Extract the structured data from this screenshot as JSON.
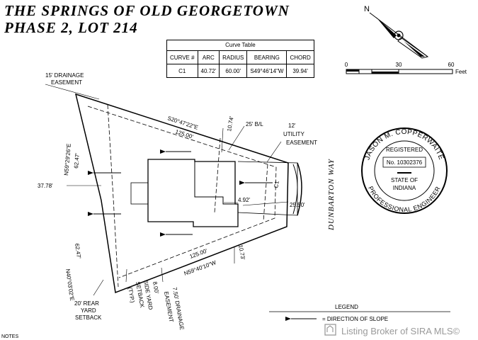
{
  "title": {
    "line1": "THE SPRINGS OF OLD GEORGETOWN",
    "line2": "PHASE 2, LOT 214"
  },
  "curve_table": {
    "caption": "Curve Table",
    "headers": [
      "CURVE #",
      "ARC",
      "RADIUS",
      "BEARING",
      "CHORD"
    ],
    "rows": [
      [
        "C1",
        "40.72'",
        "60.00'",
        "S49°46'14\"W",
        "39.94'"
      ]
    ]
  },
  "scale_bar": {
    "ticks": [
      "0",
      "30",
      "60"
    ],
    "unit": "Feet"
  },
  "north_arrow": {
    "label": "N"
  },
  "seal": {
    "name": "JASON M. COPPERWAITE",
    "registered": "REGISTERED",
    "number": "No. 10302376",
    "state_line1": "STATE OF",
    "state_line2": "INDIANA",
    "profession": "PROFESSIONAL ENGINEER"
  },
  "plat_labels": {
    "drainage_15a": "15' DRAINAGE",
    "drainage_15b": "EASEMENT",
    "bearing_top": "S20°47'22\"E",
    "dist_top": "125.00'",
    "setback_top": "10.74'",
    "bl_25": "25' B/L",
    "utility_a": "12'",
    "utility_b": "UTILITY",
    "utility_c": "EASEMENT",
    "bearing_left_top": "N59°29'26\"E",
    "dist_left_top": "62.47'",
    "dim_3778": "37.78'",
    "dim_492": "4.92'",
    "curve_c1": "C1",
    "dim_2550": "25.50'",
    "street": "DUNBARTON WAY",
    "bearing_left_bottom": "N40°03'02\"E",
    "dist_left_bottom": "62.47'",
    "dist_bottom": "125.00'",
    "bearing_bottom": "N59°40'10\"W",
    "setback_bottom": "10.73'",
    "rear_a": "20' REAR",
    "rear_b": "YARD",
    "rear_c": "SETBACK",
    "side_a": "8.00'",
    "side_b": "SIDE YARD",
    "side_c": "SETBACK",
    "side_d": "(TYP.)",
    "drain_750a": "7.50' DRAINAGE",
    "drain_750b": "EASEMENT"
  },
  "legend": {
    "title": "LEGEND",
    "slope": "= DIRECTION OF SLOPE"
  },
  "watermark": "Listing Broker of SIRA MLS©",
  "notes": "NOTES"
}
